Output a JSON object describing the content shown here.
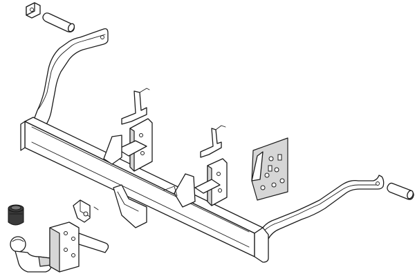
{
  "figure": {
    "type": "exploded-parts-diagram",
    "subject": "towbar kit",
    "background": "#ffffff",
    "line_color": "#1a1a1a",
    "shade_color": "#d6d6d6",
    "parts": [
      {
        "id": "main-crossbar"
      },
      {
        "id": "left-side-arm"
      },
      {
        "id": "right-side-arm"
      },
      {
        "id": "top-left-spacer-plate"
      },
      {
        "id": "top-left-spacer-tube"
      },
      {
        "id": "right-spacer-tube"
      },
      {
        "id": "mounting-bracket-left"
      },
      {
        "id": "mounting-bracket-right"
      },
      {
        "id": "fitting-kit-bolts-pack"
      },
      {
        "id": "electrical-socket"
      },
      {
        "id": "tow-ball"
      },
      {
        "id": "socket-plate"
      },
      {
        "id": "small-clamp-bracket"
      }
    ]
  }
}
